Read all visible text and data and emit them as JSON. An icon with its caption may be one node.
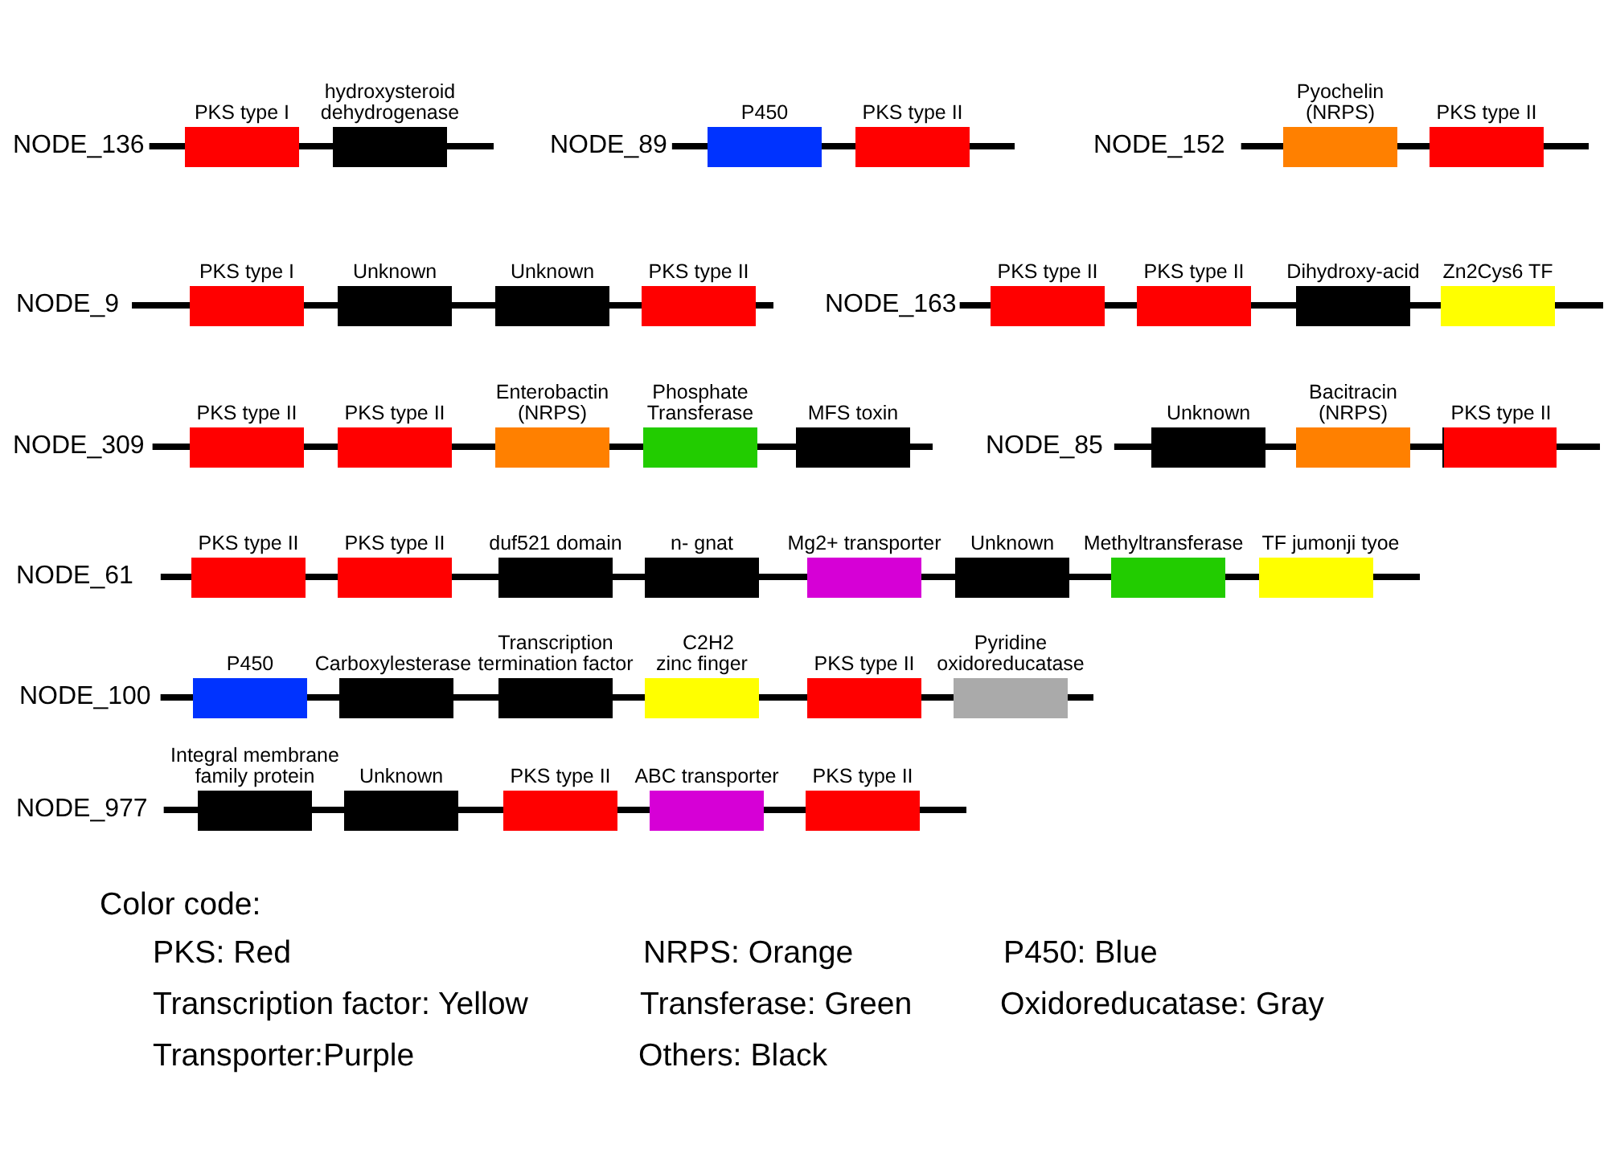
{
  "diagram": {
    "nodes": [
      {
        "text": [
          "NODE_136"
        ]
      },
      {
        "text": [
          "PKS type I"
        ]
      },
      {
        "text": [
          "hydroxysteroid dehydrogenase"
        ]
      },
      {
        "text": [
          "NODE_89"
        ]
      },
      {
        "text": [
          "P450"
        ]
      },
      {
        "text": [
          "PKS type II"
        ]
      },
      {
        "text": [
          "NODE_152"
        ]
      },
      {
        "text": [
          "Pyochelin (NRPS)"
        ]
      },
      {
        "text": [
          "PKS type II"
        ]
      },
      {
        "text": [
          "NODE_9"
        ]
      },
      {
        "text": [
          "PKS type I"
        ]
      },
      {
        "text": [
          "Unknown"
        ]
      },
      {
        "text": [
          "Unknown"
        ]
      },
      {
        "text": [
          "PKS type II"
        ]
      },
      {
        "text": [
          "NODE_163"
        ]
      },
      {
        "text": [
          "PKS type II"
        ]
      },
      {
        "text": [
          "PKS type II"
        ]
      },
      {
        "text": [
          "Dihydroxy-acid"
        ]
      },
      {
        "text": [
          "Zn2Cys6 TF"
        ]
      },
      {
        "text": [
          "NODE_309"
        ]
      },
      {
        "text": [
          "PKS type II"
        ]
      },
      {
        "text": [
          "PKS type II"
        ]
      },
      {
        "text": [
          "Enterobactin (NRPS)"
        ]
      },
      {
        "text": [
          "Phosphate Transferase"
        ]
      },
      {
        "text": [
          "MFS toxin"
        ]
      },
      {
        "text": [
          "NODE_85"
        ]
      },
      {
        "text": [
          "Unknown"
        ]
      },
      {
        "text": [
          "Bacitracin (NRPS)"
        ]
      },
      {
        "text": [
          "PKS type II"
        ]
      },
      {
        "text": [
          "NODE_61"
        ]
      },
      {
        "text": [
          "PKS type II"
        ]
      },
      {
        "text": [
          "PKS type II"
        ]
      },
      {
        "text": [
          "duf521 domain"
        ]
      },
      {
        "text": [
          "n- gnat"
        ]
      },
      {
        "text": [
          "Mg2+ transporter"
        ]
      },
      {
        "text": [
          "Unknown"
        ]
      },
      {
        "text": [
          "Methyltransferase"
        ]
      },
      {
        "text": [
          "TF jumonji tyoe"
        ]
      },
      {
        "text": [
          "NODE_100"
        ]
      },
      {
        "text": [
          "P450"
        ]
      },
      {
        "text": [
          "Carboxylesterase"
        ]
      },
      {
        "text": [
          "Transcription termination factor"
        ]
      },
      {
        "text": [
          "C2H2 zinc finger"
        ]
      },
      {
        "text": [
          "PKS type II"
        ]
      },
      {
        "text": [
          "Pyridine oxidoreducatase"
        ]
      },
      {
        "text": [
          "NODE_977"
        ]
      },
      {
        "text": [
          "Integral membrane family protein"
        ]
      },
      {
        "text": [
          "Unknown"
        ]
      },
      {
        "text": [
          "PKS type II"
        ]
      },
      {
        "text": [
          "ABC transporter"
        ]
      },
      {
        "text": [
          "PKS type II"
        ]
      }
    ],
    "edges": [
      {
        "from": 0,
        "to": 1,
        "arrow": "none"
      },
      {
        "from": 1,
        "to": 2,
        "arrow": "none"
      },
      {
        "from": 2,
        "to": null,
        "arrow": "none"
      },
      {
        "from": 3,
        "to": 4,
        "arrow": "none"
      },
      {
        "from": 4,
        "to": 5,
        "arrow": "none"
      },
      {
        "from": 5,
        "to": null,
        "arrow": "none"
      },
      {
        "from": 6,
        "to": 7,
        "arrow": "none"
      },
      {
        "from": 7,
        "to": 8,
        "arrow": "none"
      },
      {
        "from": 8,
        "to": null,
        "arrow": "none"
      },
      {
        "from": 9,
        "to": 10,
        "arrow": "none"
      },
      {
        "from": 10,
        "to": 11,
        "arrow": "none"
      },
      {
        "from": 11,
        "to": 12,
        "arrow": "none"
      },
      {
        "from": 12,
        "to": 13,
        "arrow": "none"
      },
      {
        "from": 13,
        "to": null,
        "arrow": "none"
      },
      {
        "from": 14,
        "to": 15,
        "arrow": "none"
      },
      {
        "from": 15,
        "to": 16,
        "arrow": "none"
      },
      {
        "from": 16,
        "to": 17,
        "arrow": "none"
      },
      {
        "from": 17,
        "to": 18,
        "arrow": "none"
      },
      {
        "from": 18,
        "to": null,
        "arrow": "none"
      },
      {
        "from": 19,
        "to": 20,
        "arrow": "none"
      },
      {
        "from": 20,
        "to": 21,
        "arrow": "none"
      },
      {
        "from": 21,
        "to": 22,
        "arrow": "none"
      },
      {
        "from": 22,
        "to": 23,
        "arrow": "none"
      },
      {
        "from": 23,
        "to": 24,
        "arrow": "none"
      },
      {
        "from": 24,
        "to": null,
        "arrow": "none"
      },
      {
        "from": 25,
        "to": 26,
        "arrow": "none"
      },
      {
        "from": 26,
        "to": 27,
        "arrow": "none"
      },
      {
        "from": 27,
        "to": 28,
        "arrow": "none"
      },
      {
        "from": 28,
        "to": null,
        "arrow": "none"
      },
      {
        "from": 29,
        "to": 30,
        "arrow": "none"
      },
      {
        "from": 30,
        "to": 31,
        "arrow": "none"
      },
      {
        "from": 31,
        "to": 32,
        "arrow": "none"
      },
      {
        "from": 32,
        "to": 33,
        "arrow": "none"
      },
      {
        "from": 33,
        "to": 34,
        "arrow": "none"
      },
      {
        "from": 34,
        "to": 35,
        "arrow": "none"
      },
      {
        "from": 35,
        "to": 36,
        "arrow": "none"
      },
      {
        "from": 36,
        "to": 37,
        "arrow": "none"
      },
      {
        "from": 37,
        "to": null,
        "arrow": "none"
      },
      {
        "from": 38,
        "to": 39,
        "arrow": "none"
      },
      {
        "from": 39,
        "to": 40,
        "arrow": "none"
      },
      {
        "from": 40,
        "to": 41,
        "arrow": "none"
      },
      {
        "from": 41,
        "to": 42,
        "arrow": "none"
      },
      {
        "from": 42,
        "to": 43,
        "arrow": "none"
      },
      {
        "from": 43,
        "to": 44,
        "arrow": "none"
      },
      {
        "from": 44,
        "to": null,
        "arrow": "none"
      },
      {
        "from": 45,
        "to": 46,
        "arrow": "none"
      },
      {
        "from": 46,
        "to": 47,
        "arrow": "none"
      },
      {
        "from": 47,
        "to": 48,
        "arrow": "none"
      },
      {
        "from": 48,
        "to": 49,
        "arrow": "none"
      },
      {
        "from": 49,
        "to": 50,
        "arrow": "none"
      },
      {
        "from": 50,
        "to": null,
        "arrow": "none"
      }
    ],
    "labels": [
      "Color code:",
      "PKS: Red",
      "NRPS: Orange",
      "P450: Blue",
      "Transcription factor: Yellow",
      "Transferase: Green",
      "Oxidoreducatase: Gray",
      "Transporter:Purple",
      "Others: Black"
    ]
  }
}
